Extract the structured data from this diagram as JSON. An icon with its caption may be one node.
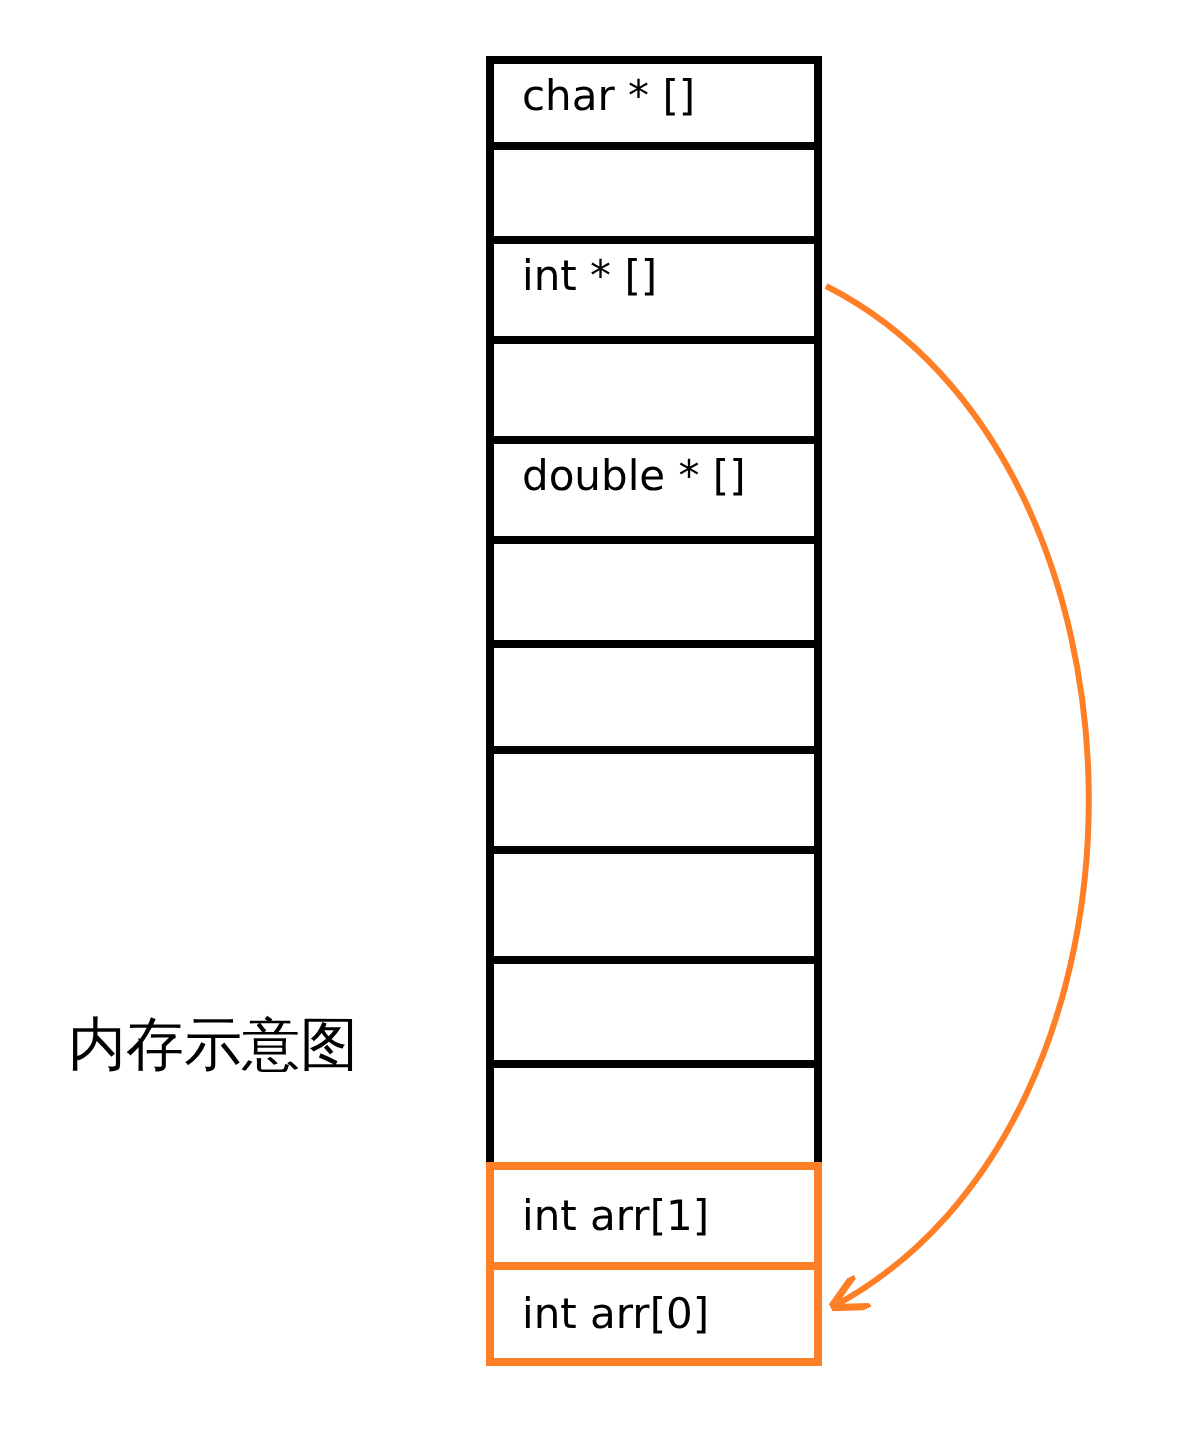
{
  "diagram": {
    "nodes": [
      {
        "text": [
          "char * []"
        ]
      },
      {
        "text": [],
        "shape": "box"
      },
      {
        "text": [
          "int * []"
        ]
      },
      {
        "text": [],
        "shape": "box"
      },
      {
        "text": [
          "double * []"
        ]
      },
      {
        "text": [],
        "shape": "box"
      },
      {
        "text": [],
        "shape": "box"
      },
      {
        "text": [],
        "shape": "box"
      },
      {
        "text": [],
        "shape": "box"
      },
      {
        "text": [],
        "shape": "box"
      },
      {
        "text": [],
        "shape": "box"
      },
      {
        "text": [
          "int arr[1]"
        ]
      },
      {
        "text": [
          "int arr[0]"
        ]
      }
    ],
    "edges": [
      {
        "from": 2,
        "to": 12,
        "arrow": "to",
        "color": "#ff7f27"
      }
    ],
    "labels": [
      "内存示意图"
    ]
  }
}
